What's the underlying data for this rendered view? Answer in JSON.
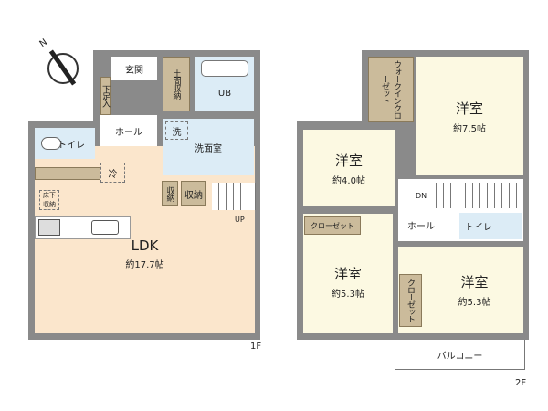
{
  "floor1": {
    "label": "1F",
    "rooms": {
      "genkan": "玄関",
      "geta": "下足入",
      "doma": "土間収納",
      "ub": "UB",
      "hall": "ホール",
      "toilet": "トイレ",
      "washroom": "洗面室",
      "wash": "洗",
      "fridge": "冷",
      "underfloor": "床下収納",
      "storage1": "収納",
      "storage2": "収納",
      "up": "UP",
      "ldk": "LDK",
      "ldk_size": "約17.7帖"
    }
  },
  "floor2": {
    "label": "2F",
    "rooms": {
      "wic": "ウォークインクローゼット",
      "room75": "洋室",
      "room75_size": "約7.5帖",
      "room40": "洋室",
      "room40_size": "約4.0帖",
      "dn": "DN",
      "hall": "ホール",
      "toilet": "トイレ",
      "closet": "クローゼット",
      "room53a": "洋室",
      "room53a_size": "約5.3帖",
      "closet2": "クローゼット",
      "room53b": "洋室",
      "room53b_size": "約5.3帖",
      "balcony": "バルコニー"
    }
  },
  "compass": {
    "label": "N"
  },
  "colors": {
    "wall": "#8a8a8a",
    "ldk": "#fbe6cc",
    "wet": "#dcecf6",
    "storage": "#cbbb9b",
    "bedroom": "#fcf9e2"
  }
}
